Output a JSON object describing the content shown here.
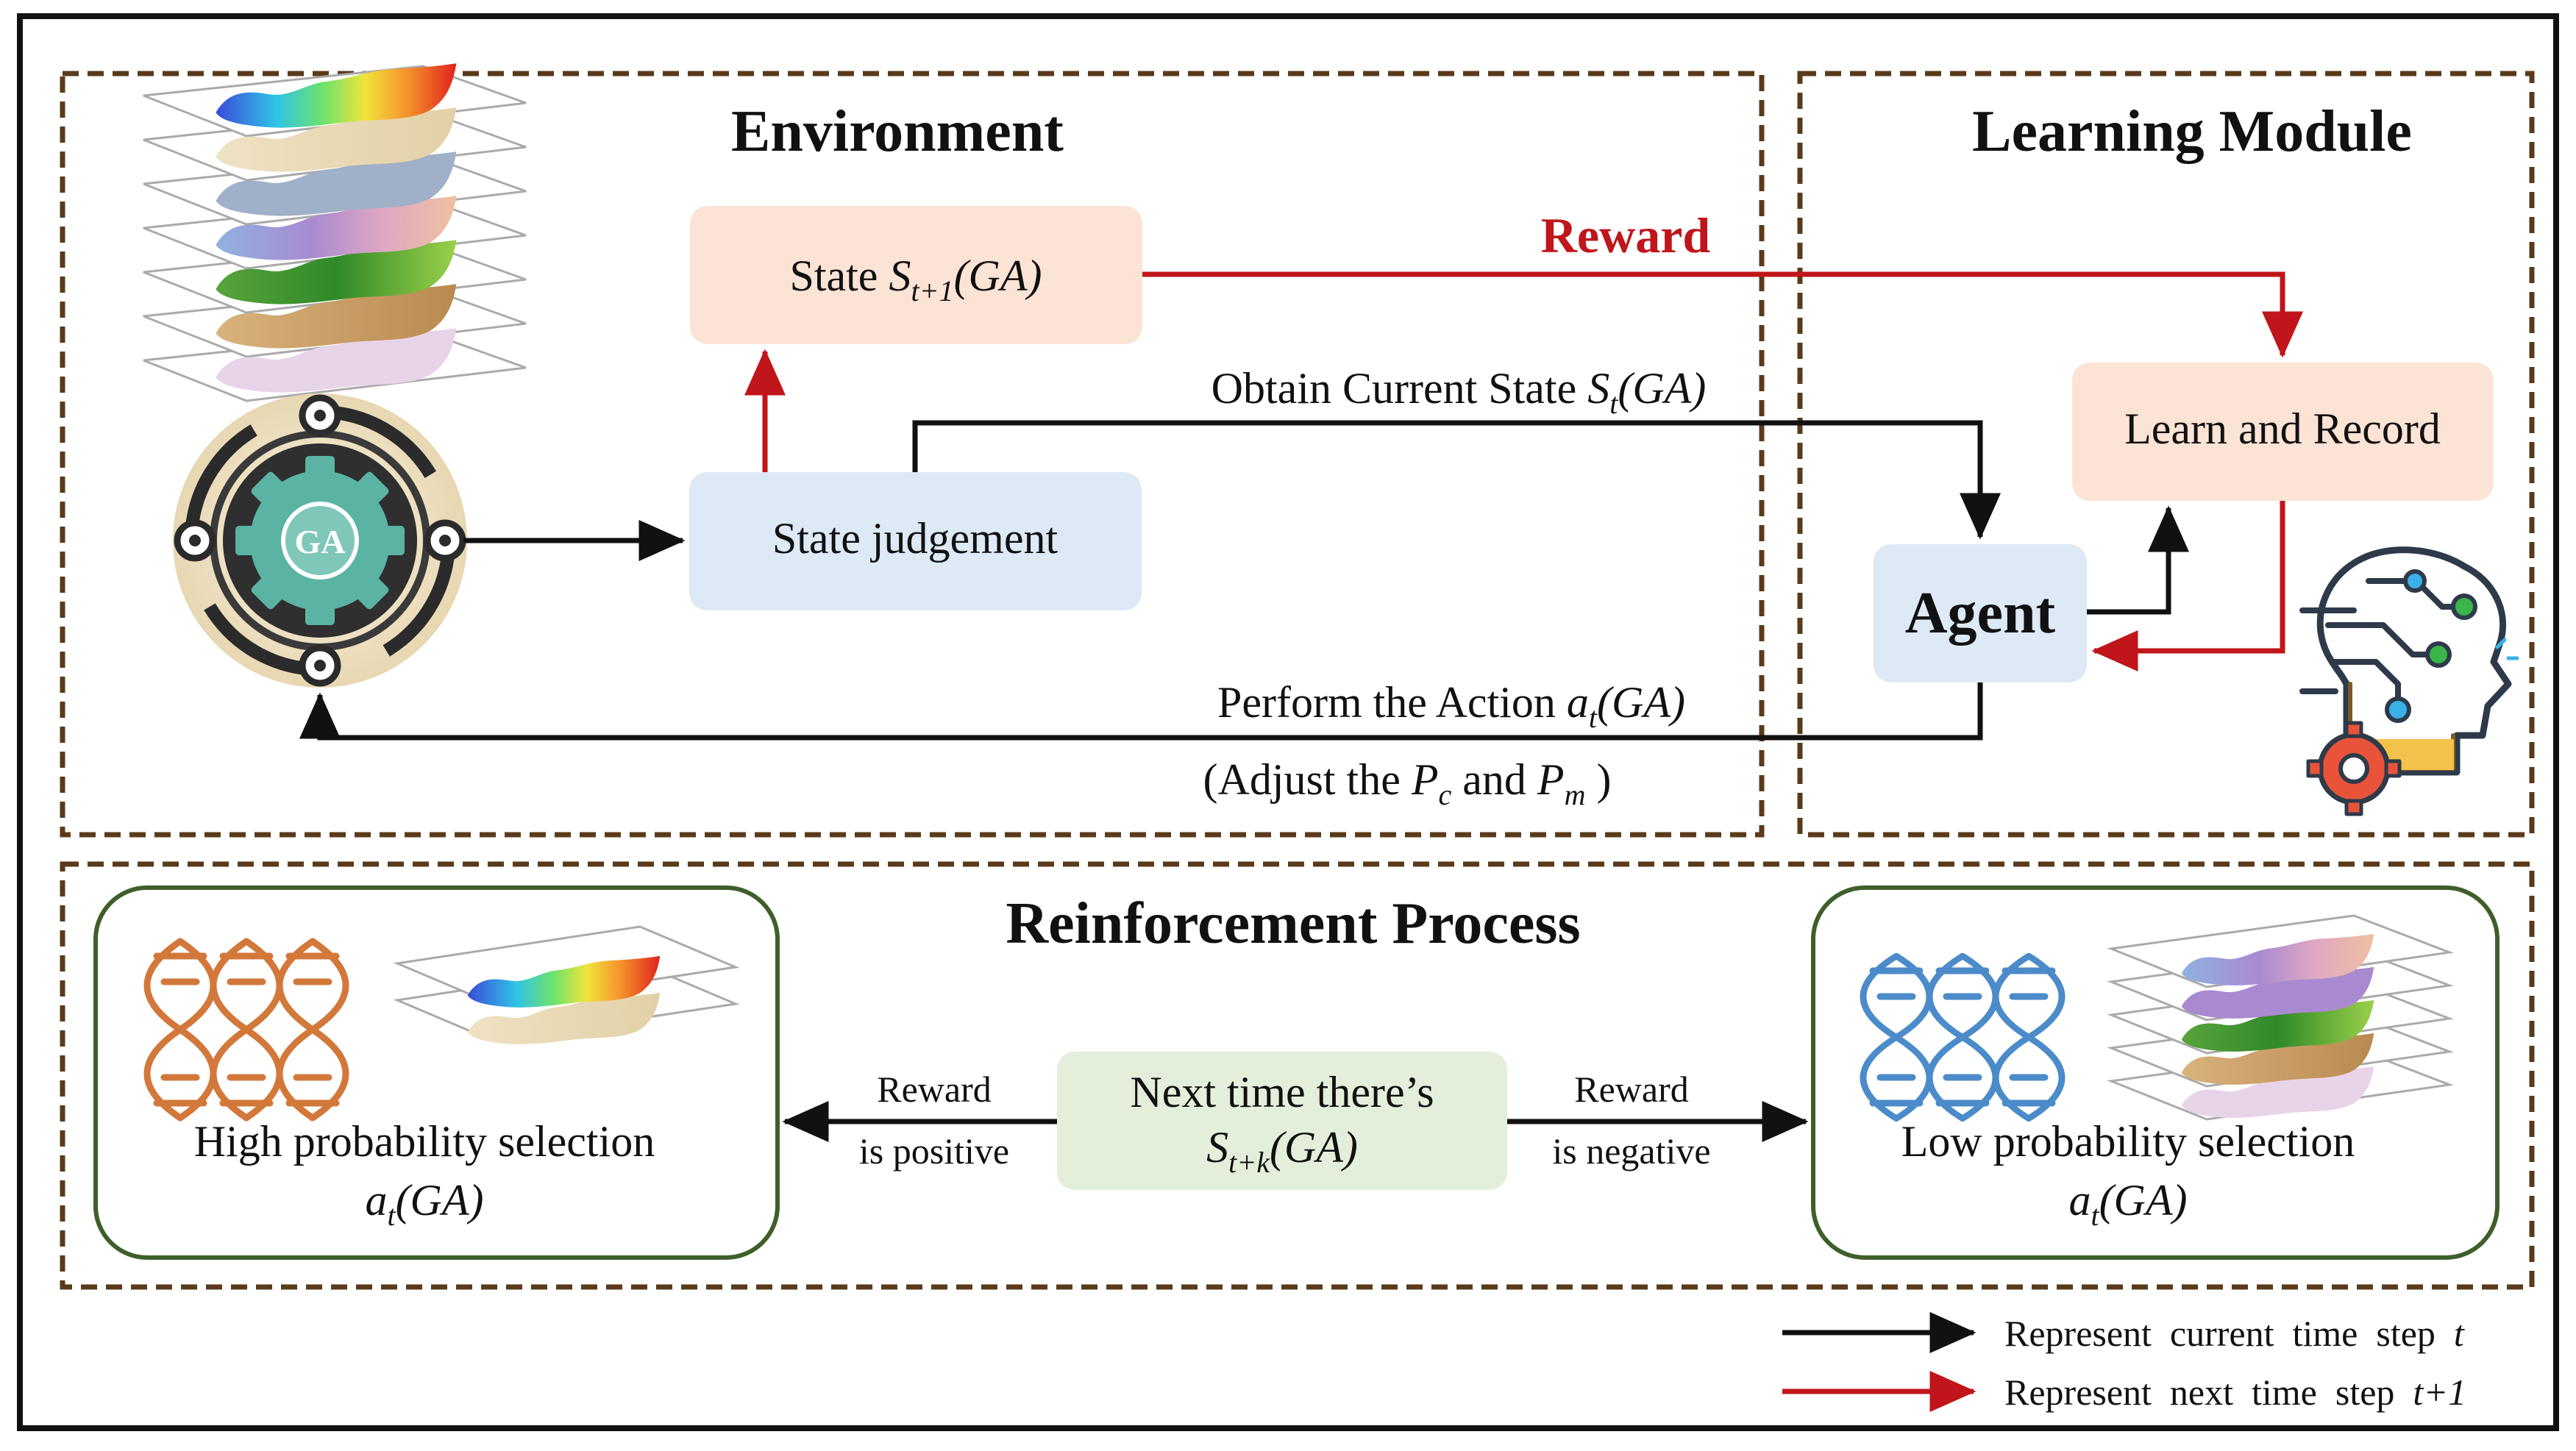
{
  "sections": {
    "environment": "Environment",
    "learning_module": "Learning Module",
    "reinforcement_process": "Reinforcement Process"
  },
  "nodes": {
    "state_next": {
      "prefix": "State ",
      "symbol": "S",
      "sub": "t+1",
      "suffix": "(GA)"
    },
    "state_judgement": "State judgement",
    "learn_record": "Learn and Record",
    "agent": "Agent",
    "next_time": {
      "line1": "Next time there’s",
      "symbol": "S",
      "sub": "t+k",
      "suffix": "(GA)"
    },
    "high_prob": {
      "line1": "High probability selection",
      "symbol": "a",
      "sub": "t",
      "suffix": "(GA)"
    },
    "low_prob": {
      "line1": "Low probability selection",
      "symbol": "a",
      "sub": "t",
      "suffix": "(GA)"
    },
    "ga_badge": "GA"
  },
  "edges": {
    "reward": "Reward",
    "obtain_state": {
      "prefix": "Obtain Current State ",
      "symbol": "S",
      "sub": "t",
      "suffix": "(GA)"
    },
    "perform_action": {
      "prefix": "Perform the Action ",
      "symbol": "a",
      "sub": "t",
      "suffix": "(GA)"
    },
    "adjust": {
      "prefix": "(Adjust the ",
      "p1": "P",
      "p1_sub": "c",
      "mid": " and ",
      "p2": "P",
      "p2_sub": "m",
      "suffix": " )"
    },
    "reward_positive": {
      "line1": "Reward",
      "line2": "is positive"
    },
    "reward_negative": {
      "line1": "Reward",
      "line2": "is negative"
    }
  },
  "legend": {
    "current": {
      "prefix": "Represent  current  time  step  ",
      "var": "t"
    },
    "next": {
      "prefix": "Represent  next  time  step  ",
      "var": "t+1"
    }
  },
  "colors": {
    "frame_border": "#5a3a1a",
    "reward_red": "#c0151a",
    "arrow_black": "#111111",
    "state_box_peach": "#fbe3d6",
    "state_box_blue": "#dde9f5",
    "next_time_green": "#e3efdb",
    "selection_border": "#3f5f2a"
  },
  "icons": [
    "layered-map-stack-icon",
    "ga-gear-ring-icon",
    "ai-brain-circuit-icon",
    "dna-helix-orange-icon",
    "dna-helix-blue-icon"
  ]
}
